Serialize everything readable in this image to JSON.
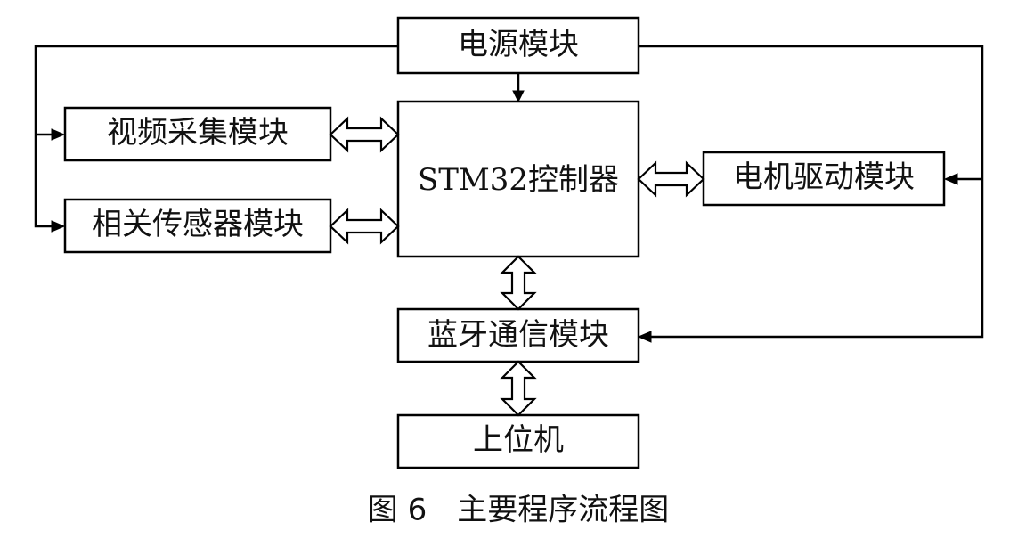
{
  "diagram": {
    "nodes": {
      "power": "电源模块",
      "video": "视频采集模块",
      "sensor": "相关传感器模块",
      "controller": "STM32控制器",
      "motor": "电机驱动模块",
      "bluetooth": "蓝牙通信模块",
      "host": "上位机"
    },
    "caption": "图 6　主要程序流程图"
  }
}
